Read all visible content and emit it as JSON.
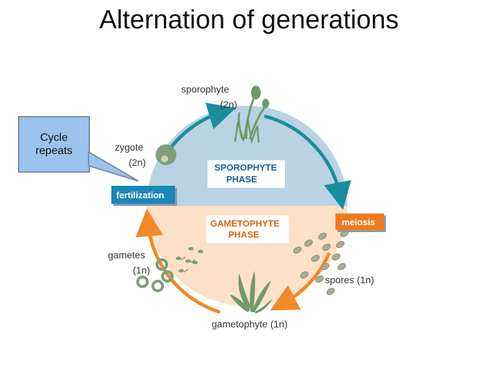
{
  "title": "Alternation of generations",
  "callout": {
    "text": "Cycle\nrepeats"
  },
  "labels": {
    "sporophyte": "sporophyte",
    "sporophyte_ploidy": "(2n)",
    "zygote": "zygote",
    "zygote_ploidy": "(2n)",
    "gametes": "gametes",
    "gametes_ploidy": "(1n)",
    "spores": "spores (1n)",
    "gametophyte": "gametophyte (1n)"
  },
  "phases": {
    "sporophyte_line1": "SPOROPHYTE",
    "sporophyte_line2": "PHASE",
    "gametophyte_line1": "GAMETOPHYTE",
    "gametophyte_line2": "PHASE"
  },
  "steps": {
    "fertilization": "fertilization",
    "meiosis": "meiosis"
  },
  "colors": {
    "sporophyte_phase": "#b9d3e3",
    "gametophyte_phase": "#fde0c8",
    "sporophyte_arrow": "#1b8d9c",
    "gametophyte_arrow": "#f08a2a",
    "fertilization_box": "#1b86b8",
    "meiosis_box": "#f07a1e",
    "plant": "#6f9a6a",
    "cell": "#7e9f7a",
    "spore": "#a8ad94"
  }
}
